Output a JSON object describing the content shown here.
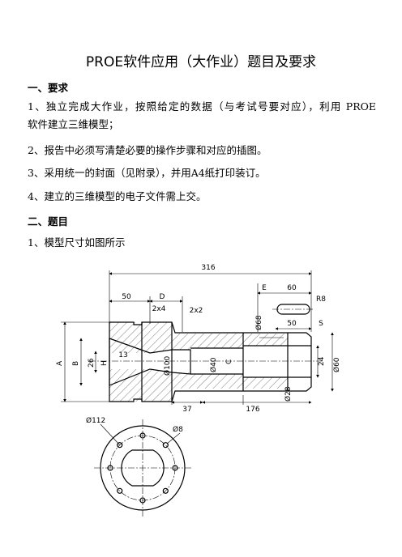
{
  "doc": {
    "title": "PROE软件应用（大作业）题目及要求",
    "sec1": "一、要求",
    "req1_line1": "1、独立完成大作业，按照给定的数据（与考试号要对应），利用 PROE",
    "req1_line2": "软件建立三维模型；",
    "req2": "2、报告中必须写清楚必要的操作步骤和对应的插图。",
    "req3": "3、采用统一的封面（见附录），并用A4纸打印装订。",
    "req4": "4、建立的三维模型的电子文件需上交。",
    "sec2": "二、题目",
    "q1": "1、模型尺寸如图所示"
  },
  "drawing": {
    "dims": {
      "total_len": "316",
      "d50": "50",
      "dD": "D",
      "c2x4": "2x4",
      "c2x2": "2x2",
      "dE": "E",
      "d60": "60",
      "r8": "R8",
      "d50b": "50",
      "dS": "S",
      "dia68": "Ø68",
      "dA": "A",
      "dB": "B",
      "d26": "26",
      "d13": "13",
      "dH": "H",
      "dia100": "Ø100",
      "dia40": "Ø40",
      "dC": "C",
      "d24": "24",
      "dia60": "Ø60",
      "dia28": "Ø28",
      "d37": "37",
      "d176": "176"
    },
    "end_view": {
      "dia112": "Ø112",
      "dia8": "Ø8"
    }
  }
}
